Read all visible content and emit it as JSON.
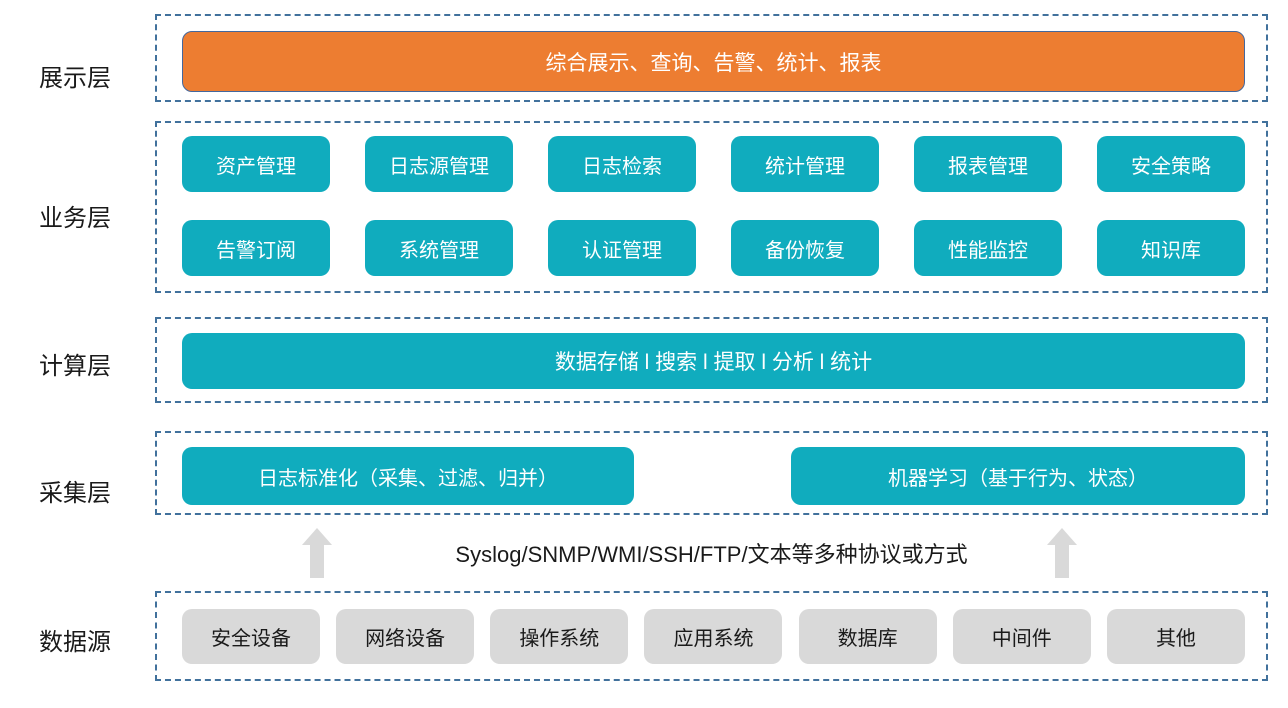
{
  "colors": {
    "accent_teal": "#10ACBE",
    "accent_orange": "#ED7D31",
    "orange_border": "#44679C",
    "dashed_border": "#41719C",
    "gray_box": "#D9D9D9",
    "arrow_gray": "#D9D9D9",
    "text_dark": "#1A1A1A",
    "text_light": "#FFFFFF"
  },
  "layers": {
    "presentation": {
      "label": "展示层",
      "banner": "综合展示、查询、告警、统计、报表"
    },
    "business": {
      "label": "业务层",
      "row1": [
        "资产管理",
        "日志源管理",
        "日志检索",
        "统计管理",
        "报表管理",
        "安全策略"
      ],
      "row2": [
        "告警订阅",
        "系统管理",
        "认证管理",
        "备份恢复",
        "性能监控",
        "知识库"
      ]
    },
    "compute": {
      "label": "计算层",
      "banner": "数据存储 l 搜索 l 提取 l 分析 l 统计"
    },
    "collection": {
      "label": "采集层",
      "boxes": [
        "日志标准化（采集、过滤、归并）",
        "机器学习（基于行为、状态）"
      ]
    },
    "transport": {
      "text": "Syslog/SNMP/WMI/SSH/FTP/文本等多种协议或方式"
    },
    "datasource": {
      "label": "数据源",
      "boxes": [
        "安全设备",
        "网络设备",
        "操作系统",
        "应用系统",
        "数据库",
        "中间件",
        "其他"
      ]
    }
  }
}
